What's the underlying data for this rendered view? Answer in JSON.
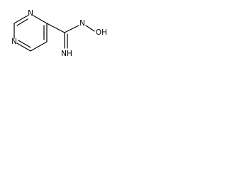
{
  "molecule": {
    "atoms": {
      "n_top": "N",
      "n_left": "N",
      "nh_amine": "N",
      "oh": "OH",
      "nh_imine": "NH"
    }
  }
}
